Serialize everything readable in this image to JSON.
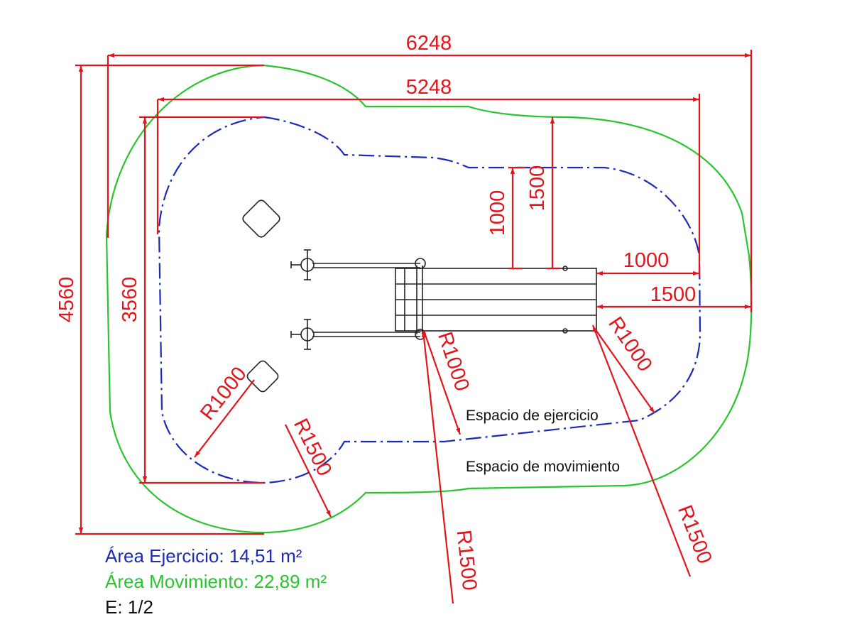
{
  "colors": {
    "dimension": "#e0161c",
    "exercise_area": "#1b2ab8",
    "movement_area": "#29c42e",
    "equipment": "#222222"
  },
  "dimensions": {
    "overall_width": "6248",
    "inner_width": "5248",
    "overall_height": "4560",
    "inner_height": "3560",
    "clearance_top_inner": "1000",
    "clearance_top_outer": "1500",
    "clearance_right_inner": "1000",
    "clearance_right_outer": "1500"
  },
  "radii": {
    "left_exercise": "R1000",
    "left_movement": "R1500",
    "center_exercise": "R1000",
    "center_movement": "R1500",
    "right_exercise": "R1000",
    "right_movement": "R1500"
  },
  "labels": {
    "exercise_space": "Espacio de ejercicio",
    "movement_space": "Espacio de movimiento"
  },
  "legend": {
    "exercise_area": "Área Ejercicio: 14,51 m²",
    "movement_area": "Área Movimiento: 22,89 m²",
    "scale": "E: 1/2"
  }
}
